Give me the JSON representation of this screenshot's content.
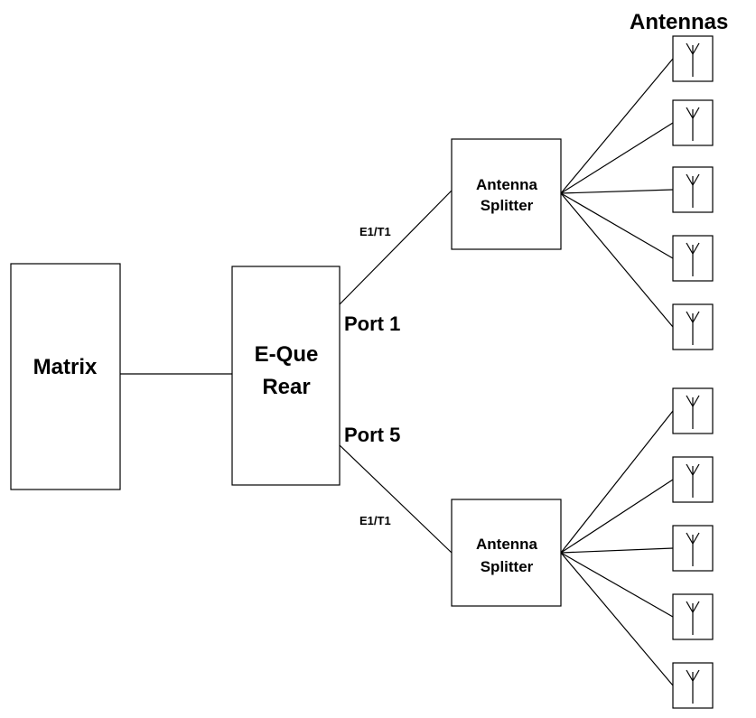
{
  "diagram": {
    "title": "Antennas",
    "matrix": {
      "label": "Matrix"
    },
    "eque": {
      "line1": "E-Que",
      "line2": "Rear"
    },
    "ports": [
      {
        "label": "Port 1",
        "link": "E1/T1"
      },
      {
        "label": "Port 5",
        "link": "E1/T1"
      }
    ],
    "splitters": [
      {
        "line1": "Antenna",
        "line2": "Splitter"
      },
      {
        "line1": "Antenna",
        "line2": "Splitter"
      }
    ],
    "antenna_icon": "antenna-icon",
    "antenna_count_per_splitter": 5
  }
}
